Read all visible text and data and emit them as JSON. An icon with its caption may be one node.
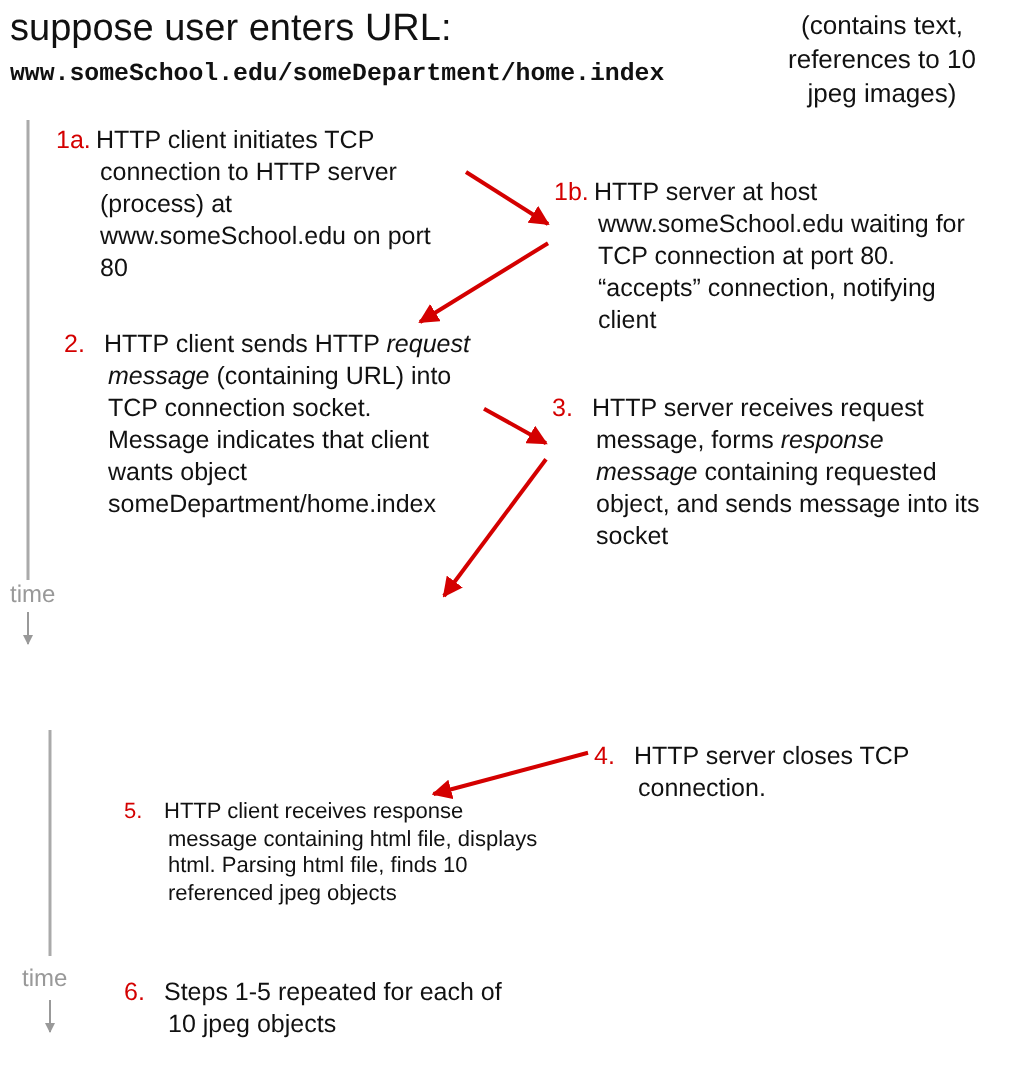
{
  "diagram": {
    "nodes": [
      {
        "text": [
          "1a.",
          "HTTP client initiates TCP connection to HTTP server (process) at www.someSchool.edu on port 80"
        ]
      },
      {
        "text": [
          "1b.",
          "HTTP server at host www.someSchool.edu waiting for TCP connection at port 80. “accepts” connection, notifying client"
        ]
      },
      {
        "text": [
          "2.",
          "HTTP client sends HTTP *request message* (containing URL) into TCP connection socket. Message indicates that client wants object someDepartment/home.index"
        ]
      },
      {
        "text": [
          "3.",
          "HTTP server receives request message, forms *response message* containing requested object, and sends message into its socket"
        ]
      },
      {
        "text": [
          "4.",
          "HTTP server closes TCP connection."
        ]
      },
      {
        "text": [
          "5.",
          "HTTP client receives response message containing html file, displays html.  Parsing html file, finds 10 referenced jpeg  objects"
        ]
      },
      {
        "text": [
          "6.",
          "Steps 1-5 repeated for each of 10 jpeg objects"
        ]
      }
    ],
    "edges": [
      {
        "from": 0,
        "to": 1,
        "arrow": "to"
      },
      {
        "from": 1,
        "to": 2,
        "arrow": "to"
      },
      {
        "from": 2,
        "to": 3,
        "arrow": "to"
      },
      {
        "from": 3,
        "to": null,
        "arrow": "to"
      },
      {
        "from": 4,
        "to": 5,
        "arrow": "to"
      }
    ],
    "labels": [
      "suppose user enters URL:",
      "www.someSchool.edu/someDepartment/home.index",
      "(contains text, references to 10 jpeg images)",
      "time",
      "time"
    ]
  }
}
